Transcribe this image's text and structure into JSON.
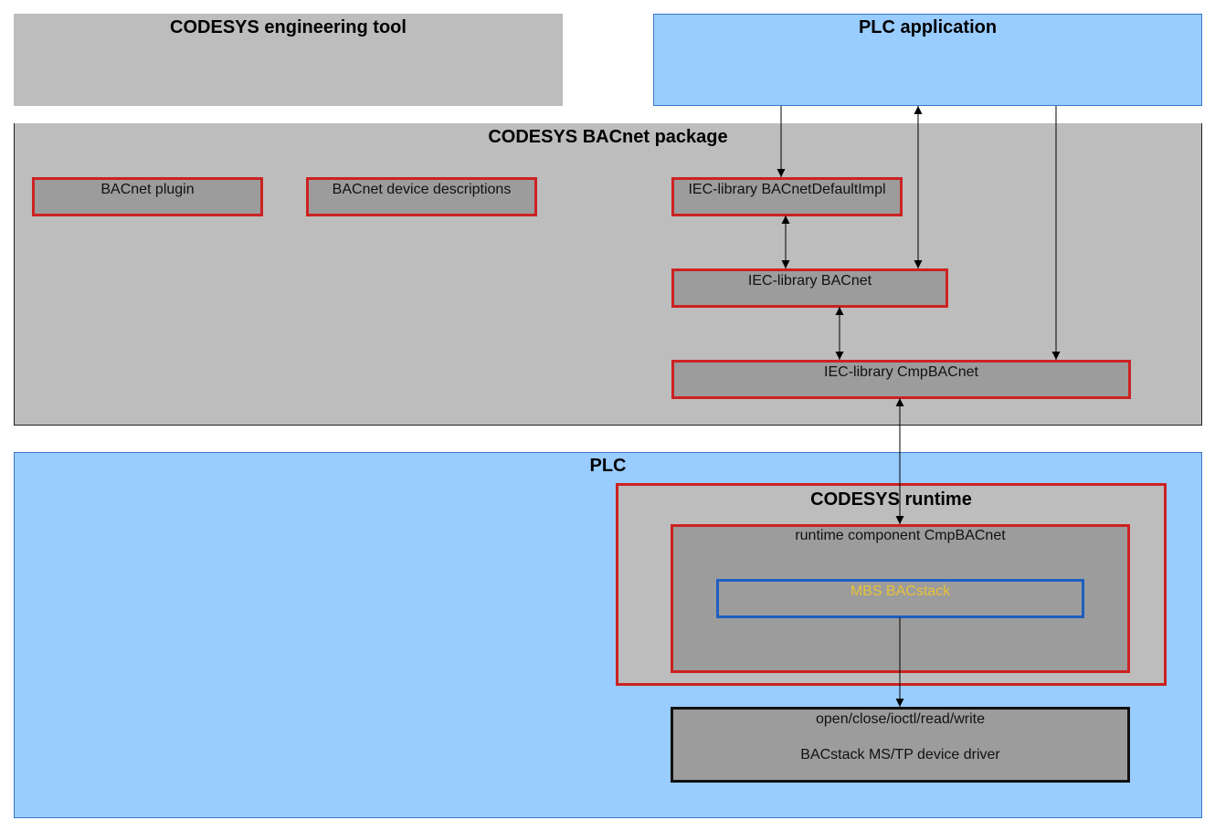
{
  "diagram": {
    "engineering_tool": {
      "title": "CODESYS engineering tool"
    },
    "plc_application": {
      "title": "PLC application"
    },
    "bacnet_package": {
      "title": "CODESYS BACnet package",
      "components": {
        "plugin": "BACnet plugin",
        "device_descriptions": "BACnet device descriptions",
        "default_impl": "IEC-library BACnetDefaultImpl",
        "bacnet_lib": "IEC-library BACnet",
        "cmp_bacnet_lib": "IEC-library CmpBACnet"
      }
    },
    "plc": {
      "title": "PLC",
      "runtime": {
        "title": "CODESYS runtime",
        "component": {
          "label": "runtime component CmpBACnet",
          "stack": "MBS BACstack"
        }
      },
      "driver": {
        "line1": "open/close/ioctl/read/write",
        "line2": "BACstack MS/TP device driver"
      }
    }
  },
  "colors": {
    "gray_container": "#bdbdbd",
    "blue_container": "#99ccff",
    "component_fill": "#9c9c9c",
    "component_border": "#cc2222",
    "stack_border": "#1f5fbf",
    "stack_text": "#e8c23a"
  }
}
